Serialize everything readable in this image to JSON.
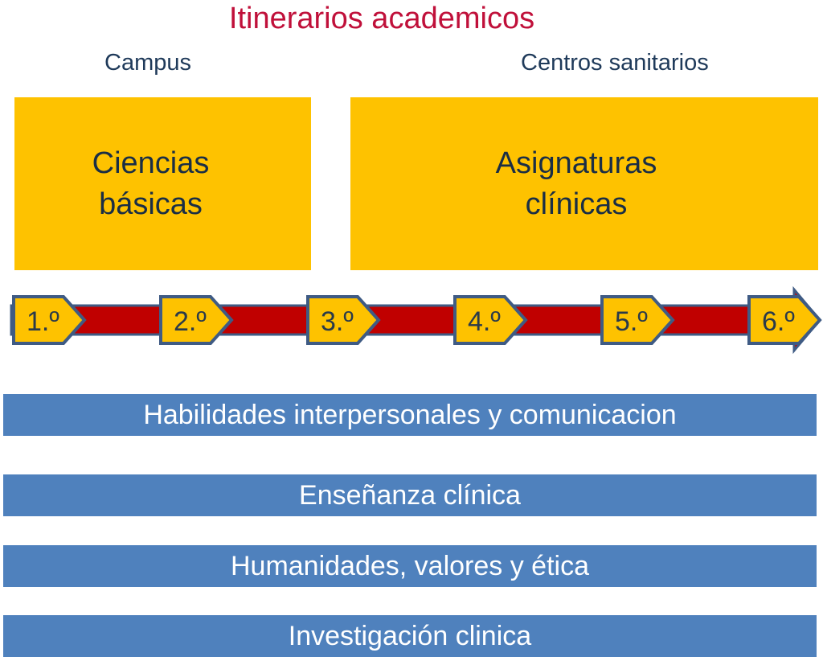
{
  "title": "Itinerarios academicos",
  "locations": {
    "campus": "Campus",
    "clinical": "Centros sanitarios"
  },
  "blocks": {
    "basic": {
      "line1": "Ciencias",
      "line2": "básicas"
    },
    "clinical": {
      "line1": "Asignaturas",
      "line2": "clínicas"
    }
  },
  "years": [
    "1.º",
    "2.º",
    "3.º",
    "4.º",
    "5.º",
    "6.º"
  ],
  "bars": [
    "Habilidades interpersonales y comunicacion",
    "Enseñanza clínica",
    "Humanidades, valores y ética",
    "Investigación clinica"
  ],
  "colors": {
    "title": "#c0103a",
    "block": "#fec200",
    "timeline": "#c00000",
    "outline": "#3f5b84",
    "bar": "#4f81bd"
  }
}
